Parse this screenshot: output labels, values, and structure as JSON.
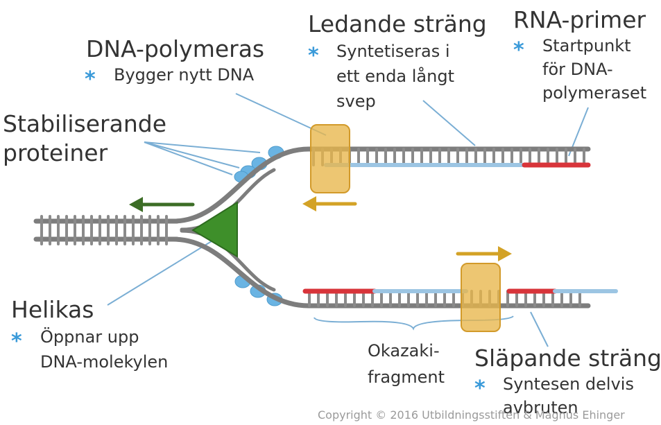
{
  "labels": {
    "dna_polymerase": {
      "title": "DNA-polymeras",
      "desc": [
        "Bygger nytt DNA"
      ]
    },
    "leading_strand": {
      "title": "Ledande sträng",
      "desc": [
        "Syntetiseras i",
        "ett enda långt",
        "svep"
      ]
    },
    "rna_primer": {
      "title": "RNA-primer",
      "desc": [
        "Startpunkt",
        "för DNA-",
        "polymeraset"
      ]
    },
    "stabilizing_proteins": {
      "title": [
        "Stabiliserande",
        "proteiner"
      ]
    },
    "helicase": {
      "title": "Helikas",
      "desc": [
        "Öppnar upp",
        "DNA-molekylen"
      ]
    },
    "okazaki": {
      "title": [
        "Okazaki-",
        "fragment"
      ]
    },
    "lagging_strand": {
      "title": "Släpande sträng",
      "desc": [
        "Syntesen delvis",
        "avbruten"
      ]
    }
  },
  "bullet": "*",
  "copyright": "Copyright © 2016 Utbildningsstiften & Magnus Ehinger",
  "colors": {
    "dna_strand": "#7d7d7d",
    "new_dna": "#9cc5e3",
    "rna_primer": "#d8343a",
    "helicase": "#3e8f2a",
    "polymerase": "#e8b64a",
    "arrow_green": "#3c6d26",
    "arrow_gold": "#d3a226",
    "stabilizing_protein": "#6ab4e3",
    "leader_line": "#7aaed4",
    "bullet": "#3a9ad9"
  }
}
